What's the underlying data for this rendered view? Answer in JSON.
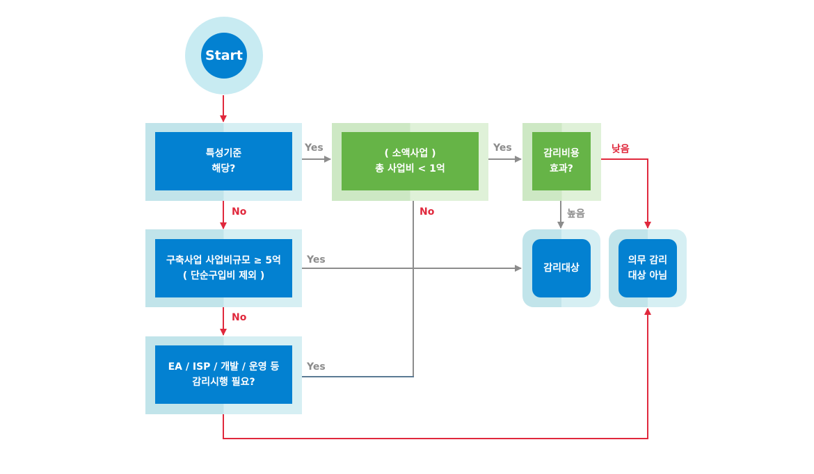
{
  "start": {
    "label": "Start"
  },
  "nodes": {
    "special": {
      "line1": "특성기준",
      "line2": "해당?"
    },
    "small_project": {
      "line1": "( 소액사업 )",
      "line2": "총  사업비  <  1억"
    },
    "cost_effect": {
      "line1": "감리비용",
      "line2": "효과?"
    },
    "build_project": {
      "line1": "구축사업 사업비규모 ≥ 5억",
      "line2": "( 단순구입비 제외 )"
    },
    "ea_isp": {
      "line1": "EA / ISP / 개발 / 운영 등",
      "line2": "감리시행 필요?"
    },
    "audit_target": {
      "line1": "감리대상"
    },
    "not_mandatory": {
      "line1": "의무 감리",
      "line2": "대상 아님"
    }
  },
  "edges": {
    "special_yes": "Yes",
    "special_no": "No",
    "small_yes": "Yes",
    "small_no": "No",
    "cost_low": "낮음",
    "cost_high": "높음",
    "build_yes": "Yes",
    "build_no": "No",
    "ea_yes": "Yes"
  },
  "colors": {
    "blue": "#0381d1",
    "green": "#66b447",
    "red_arrow": "#e0283c",
    "gray_arrow": "#8c8c8c"
  }
}
